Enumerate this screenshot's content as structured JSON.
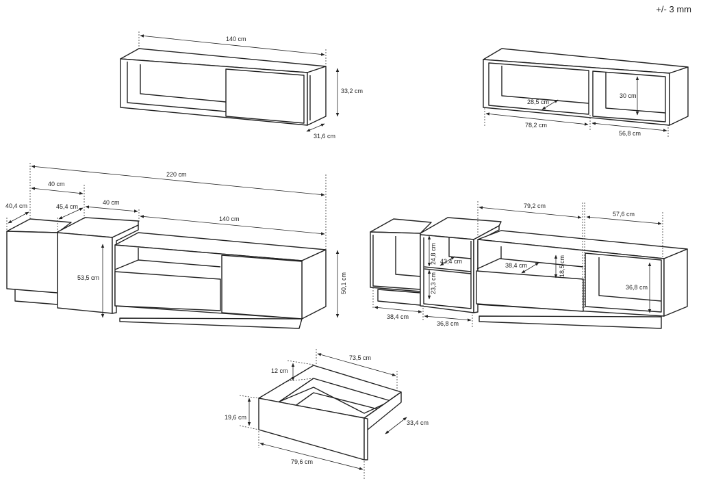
{
  "tolerance": "+/- 3 mm",
  "wall_shelf": {
    "width": "140 cm",
    "height": "33,2 cm",
    "depth": "31,6 cm"
  },
  "wall_shelf_open": {
    "depth": "28,5 cm",
    "height": "30 cm",
    "left_width": "78,2 cm",
    "right_width": "56,8 cm"
  },
  "tv_unit": {
    "total": "220 cm",
    "left_width": "40 cm",
    "left_depth": "40,4 cm",
    "mid_depth": "45,4 cm",
    "mid_width": "40 cm",
    "main_width": "140 cm",
    "mid_height": "53,5 cm",
    "main_height": "50,1 cm"
  },
  "tv_unit_open": {
    "comp1": "79,2 cm",
    "comp2": "57,6 cm",
    "upper_h": "24,8 cm",
    "shelf_depth": "43,4 cm",
    "lower_h": "23,3 cm",
    "drawer_space_depth": "38,4 cm",
    "drawer_space_h": "18,5 cm",
    "right_h": "36,8 cm",
    "left_w": "38,4 cm",
    "mid_w": "36,8 cm"
  },
  "drawer": {
    "inner_width": "73,5 cm",
    "side_height": "12 cm",
    "front_height": "19,6 cm",
    "depth": "33,4 cm",
    "front_width": "79,6 cm"
  }
}
